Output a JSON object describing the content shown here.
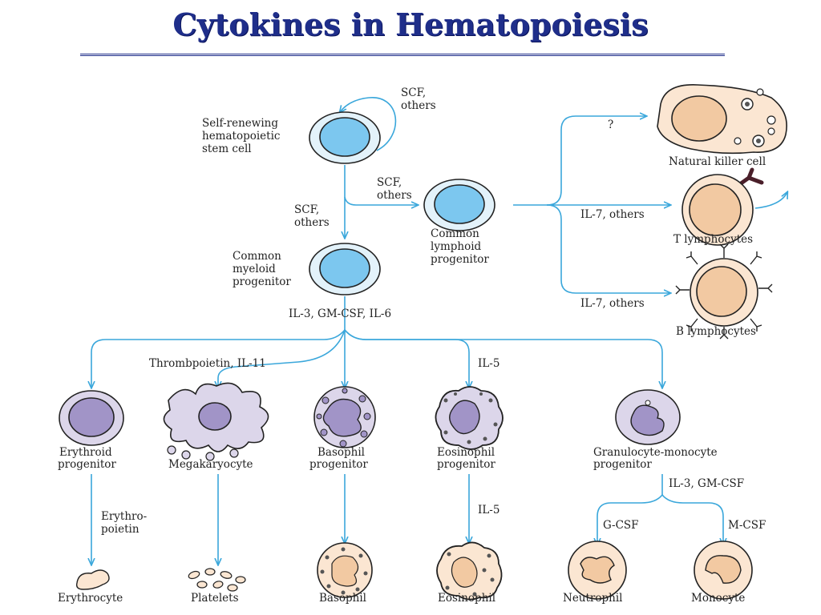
{
  "title": "Cytokines in Hematopoiesis",
  "colors": {
    "arrow": "#3aa7db",
    "title": "#1f2e8a",
    "stem_nucleus": "#7cc7ef",
    "stem_cytoplasm": "#e3f2fa",
    "myeloid_nucleus": "#a194c7",
    "myeloid_cytoplasm": "#dcd6ea",
    "lymphoid_nucleus": "#f2c9a2",
    "lymphoid_cytoplasm": "#fbe6d2"
  },
  "labels": {
    "stem_cell": [
      "Self-renewing",
      "hematopoietic",
      "stem cell"
    ],
    "scf_top": [
      "SCF,",
      "others"
    ],
    "scf_mid": [
      "SCF,",
      "others"
    ],
    "scf_left": [
      "SCF,",
      "others"
    ],
    "common_myeloid": [
      "Common",
      "myeloid",
      "progenitor"
    ],
    "common_lymphoid": [
      "Common",
      "lymphoid",
      "progenitor"
    ],
    "question": "?",
    "nk_cell": "Natural killer cell",
    "il7_t": "IL-7, others",
    "t_lymph": "T lymphocytes",
    "il7_b": "IL-7, others",
    "b_lymph": "B lymphocytes",
    "il3_main": "IL-3, GM-CSF, IL-6",
    "thrombo": "Thrombpoietin, IL-11",
    "il5_top": "IL-5",
    "erythroid": [
      "Erythroid",
      "progenitor"
    ],
    "megakaryocyte": "Megakaryocyte",
    "basophil_prog": [
      "Basophil",
      "progenitor"
    ],
    "eosinophil_prog": [
      "Eosinophil",
      "progenitor"
    ],
    "gm_prog": [
      "Granulocyte-monocyte",
      "progenitor"
    ],
    "il3_gm": "IL-3, GM-CSF",
    "epo": [
      "Erythro-",
      "poietin"
    ],
    "il5_bottom": "IL-5",
    "gcsf": "G-CSF",
    "mcsf": "M-CSF",
    "erythrocyte": "Erythrocyte",
    "platelets": "Platelets",
    "basophil": "Basophil",
    "eosinophil": "Eosinophil",
    "neutrophil": "Neutrophil",
    "monocyte": "Monocyte"
  }
}
